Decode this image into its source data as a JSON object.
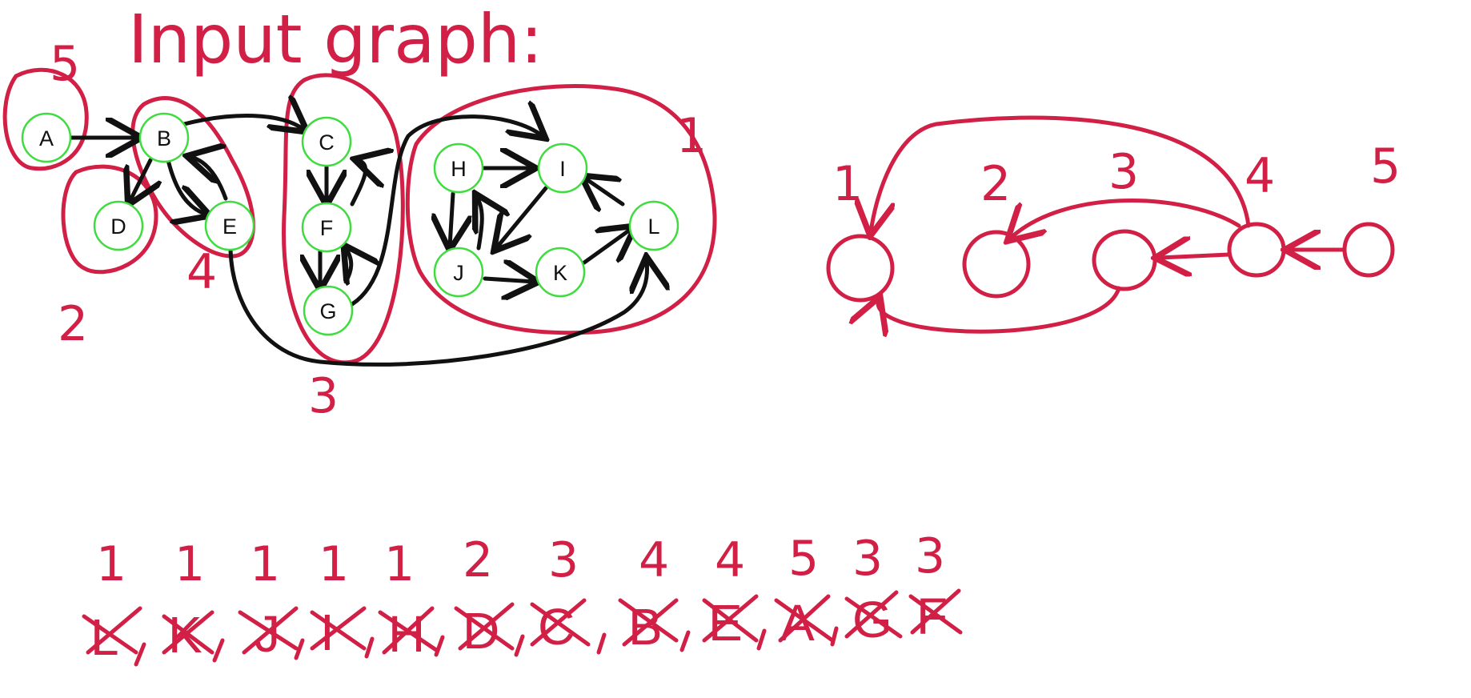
{
  "title": "Input graph:",
  "graph": {
    "nodes": [
      "A",
      "B",
      "C",
      "D",
      "E",
      "F",
      "G",
      "H",
      "I",
      "J",
      "K",
      "L"
    ]
  },
  "component_labels": [
    "5",
    "4",
    "2",
    "3",
    "1"
  ],
  "dag": {
    "node_labels": [
      "1",
      "2",
      "3",
      "4",
      "5"
    ]
  },
  "order": {
    "components": [
      "1",
      "1",
      "1",
      "1",
      "1",
      "2",
      "3",
      "4",
      "4",
      "5",
      "3",
      "3"
    ],
    "letters": [
      "L",
      "K",
      "J",
      "I",
      "H",
      "D",
      "C",
      "B",
      "E",
      "A",
      "G",
      "F"
    ]
  },
  "colors": {
    "ink": "#d11f45",
    "edge": "#111111",
    "node_outline": "#3fdc3f"
  }
}
